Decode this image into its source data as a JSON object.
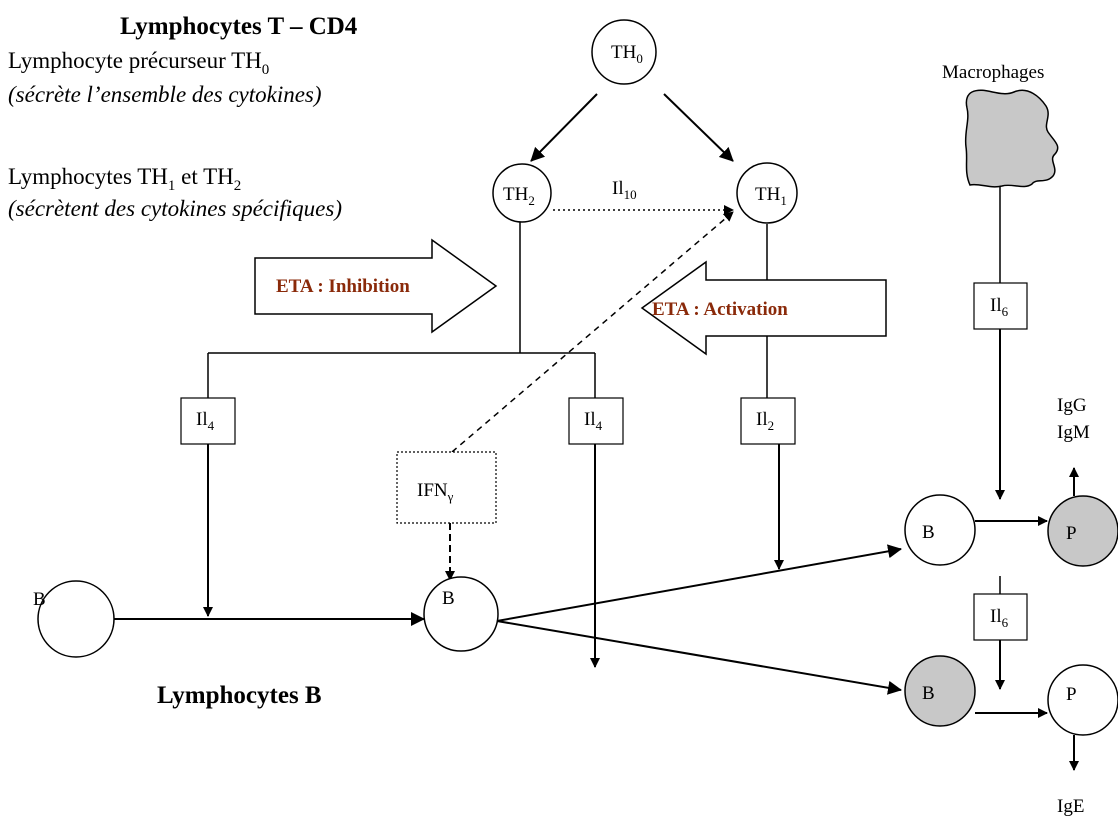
{
  "header": {
    "title": "Lymphocytes T – CD4",
    "th0_line": {
      "text": "Lymphocyte précurseur TH",
      "sub": "0"
    },
    "th0_note": "(sécrète l’ensemble des cytokines)",
    "th12_line": {
      "a": "Lymphocytes TH",
      "sub1": "1",
      "mid": " et TH",
      "sub2": "2"
    },
    "th12_note": "(sécrètent des cytokines spécifiques)"
  },
  "cells": {
    "th0": {
      "label": "TH",
      "sub": "0"
    },
    "th2": {
      "label": "TH",
      "sub": "2"
    },
    "th1": {
      "label": "TH",
      "sub": "1"
    },
    "b_left": "B",
    "b_mid": "B",
    "b_top_right": "B",
    "b_bottom_right": "B",
    "p_top": "P",
    "p_bottom": "P"
  },
  "cytokines": {
    "il10": {
      "label": "Il",
      "sub": "10"
    },
    "il4_left": {
      "label": "Il",
      "sub": "4"
    },
    "ifn": {
      "label": "IFN",
      "sub": "γ"
    },
    "il4_right": {
      "label": "Il",
      "sub": "4"
    },
    "il2": {
      "label": "Il",
      "sub": "2"
    },
    "il6_top": {
      "label": "Il",
      "sub": "6"
    },
    "il6_bottom": {
      "label": "Il",
      "sub": "6"
    }
  },
  "arrows": {
    "inhibition": "ETA : Inhibition",
    "activation": "ETA : Activation"
  },
  "labels": {
    "macrophages": "Macrophages",
    "igg": "IgG",
    "igm": "IgM",
    "ige": "IgE",
    "lymphocytes_b": "Lymphocytes B"
  },
  "colors": {
    "shaded": "#c8c8c8",
    "eta_text": "#8a2a0a",
    "line": "#000000",
    "background": "#ffffff"
  }
}
